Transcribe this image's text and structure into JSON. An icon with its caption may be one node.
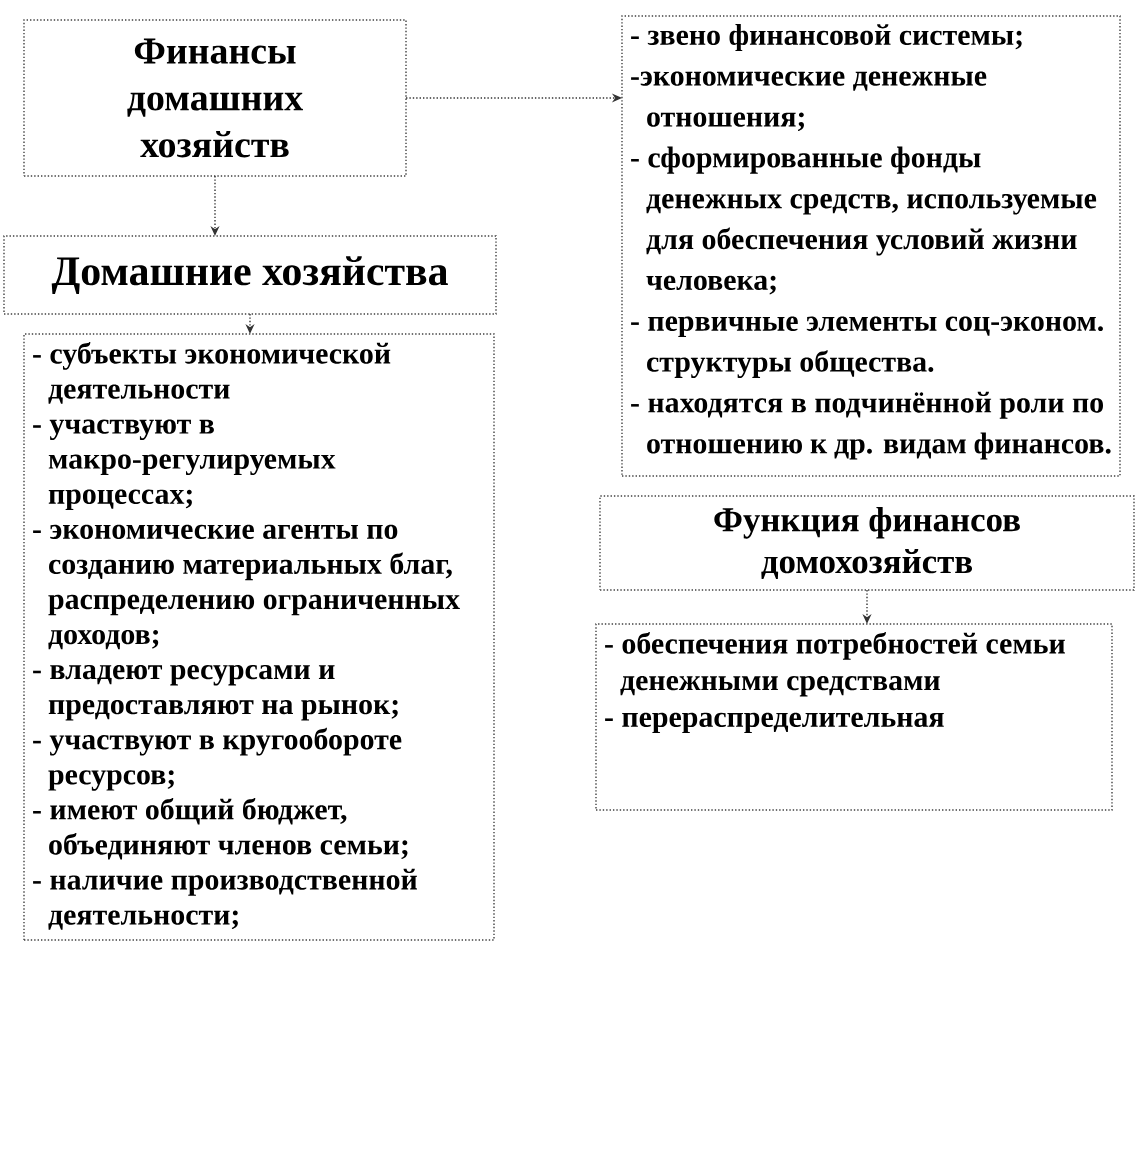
{
  "diagram": {
    "nodes": [
      {
        "text": [
          "Финансы домашних хозяйств"
        ]
      },
      {
        "text": [
          "Домашние хозяйства"
        ]
      },
      {
        "text": [
          "- субъекты экономической деятельности",
          "- участвуют в макро-регулируемых процессах;",
          "- экономические агенты по созданию материальных благ, распределению ограниченных доходов;",
          "- владеют ресурсами и предоставляют на рынок;",
          "- участвуют в кругообороте ресурсов;",
          "- имеют общий бюджет, объединяют членов семьи;",
          "- наличие производственной деятельности;"
        ]
      },
      {
        "text": [
          "- звено финансовой системы;",
          "-экономические денежные отношения;",
          "- сформированные фонды денежных средств, используемые для обеспечения условий жизни человека;",
          "- первичные элементы соц-эконом. структуры общества.",
          "- находятся в подчинённой роли по отношению к др. видам финансов."
        ]
      },
      {
        "text": [
          "Функция финансов домохозяйств"
        ]
      },
      {
        "text": [
          "- обеспечения потребностей семьи денежными средствами",
          "- перераспределительная"
        ]
      }
    ],
    "edges": [
      {
        "from": 0,
        "to": 1,
        "arrow": "to"
      },
      {
        "from": 1,
        "to": 2,
        "arrow": "to"
      },
      {
        "from": 0,
        "to": 3,
        "arrow": "to"
      },
      {
        "from": 4,
        "to": 5,
        "arrow": "to"
      }
    ]
  }
}
